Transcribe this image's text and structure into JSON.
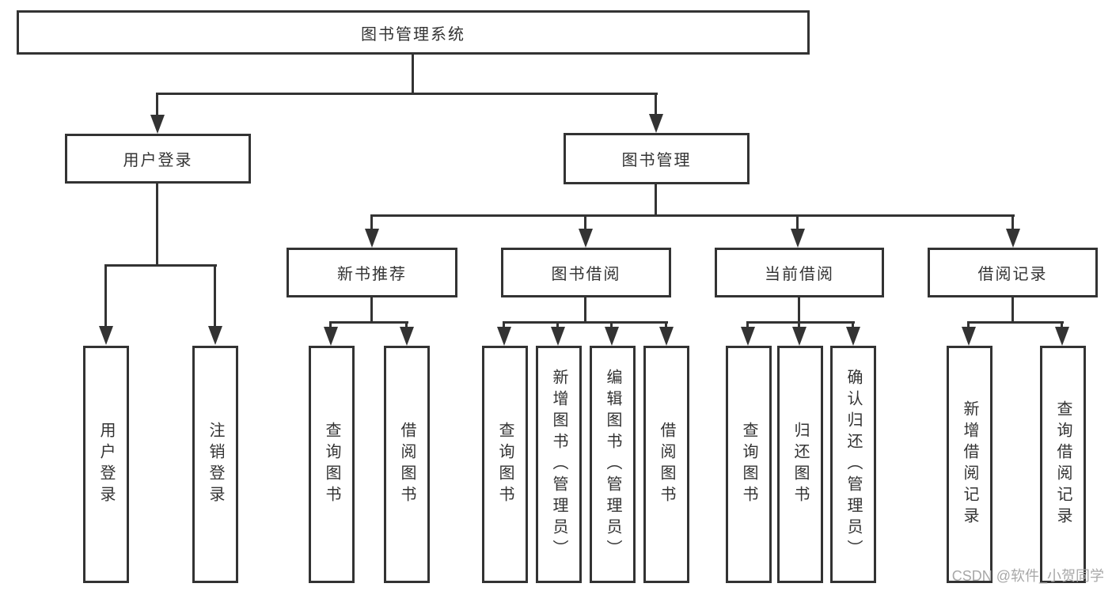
{
  "diagram": {
    "title": "图书管理系统",
    "type": "functional-structure-tree",
    "colors": {
      "line": "#333333",
      "text": "#333333",
      "background": "#ffffff",
      "watermark": "#a8a8a8"
    }
  },
  "tree": {
    "label": "图书管理系统",
    "children": [
      {
        "label": "用户登录",
        "children": [
          {
            "label": "用户登录"
          },
          {
            "label": "注销登录"
          }
        ]
      },
      {
        "label": "图书管理",
        "children": [
          {
            "label": "新书推荐",
            "children": [
              {
                "label": "查询图书"
              },
              {
                "label": "借阅图书"
              }
            ]
          },
          {
            "label": "图书借阅",
            "children": [
              {
                "label": "查询图书"
              },
              {
                "label": "新增图书（管理员）"
              },
              {
                "label": "编辑图书（管理员）"
              },
              {
                "label": "借阅图书"
              }
            ]
          },
          {
            "label": "当前借阅",
            "children": [
              {
                "label": "查询图书"
              },
              {
                "label": "归还图书"
              },
              {
                "label": "确认归还（管理员）"
              }
            ]
          },
          {
            "label": "借阅记录",
            "children": [
              {
                "label": "新增借阅记录"
              },
              {
                "label": "查询借阅记录"
              }
            ]
          }
        ]
      }
    ]
  },
  "watermark": {
    "text": "CSDN @软件_小贺同学"
  }
}
